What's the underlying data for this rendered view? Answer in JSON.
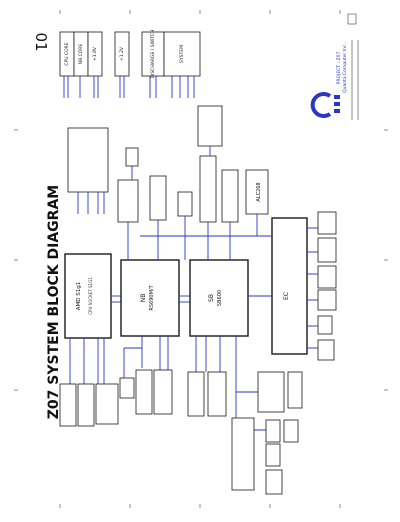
{
  "sheet": {
    "title": "Z07 SYSTEM BLOCK DIAGRAM",
    "page_number": "01"
  },
  "chips": {
    "cpu": {
      "label": "AMD S1g1",
      "sub": "CPU SOCKET S1G1"
    },
    "nb": {
      "name": "NB",
      "part": "RS690M/T"
    },
    "sb": {
      "name": "SB",
      "part": "SB600"
    },
    "ec": {
      "label": "EC"
    },
    "audio_codec": {
      "label": "ALC268"
    }
  },
  "power_blocks": [
    {
      "label": "CPU CORE"
    },
    {
      "label": "NB CORE"
    },
    {
      "label": "+1.8V"
    },
    {
      "label": "+1.2V"
    },
    {
      "label": "DISCHARGE / SWITCH"
    },
    {
      "label": "SYSTEM"
    }
  ],
  "title_block": {
    "project": "PROJECT : Z07",
    "company": "Quanta Computer Inc."
  },
  "colors": {
    "line": "#2a36c8",
    "box": "#1a1a1a",
    "logo": "#2a36c8",
    "title": "#111111"
  }
}
